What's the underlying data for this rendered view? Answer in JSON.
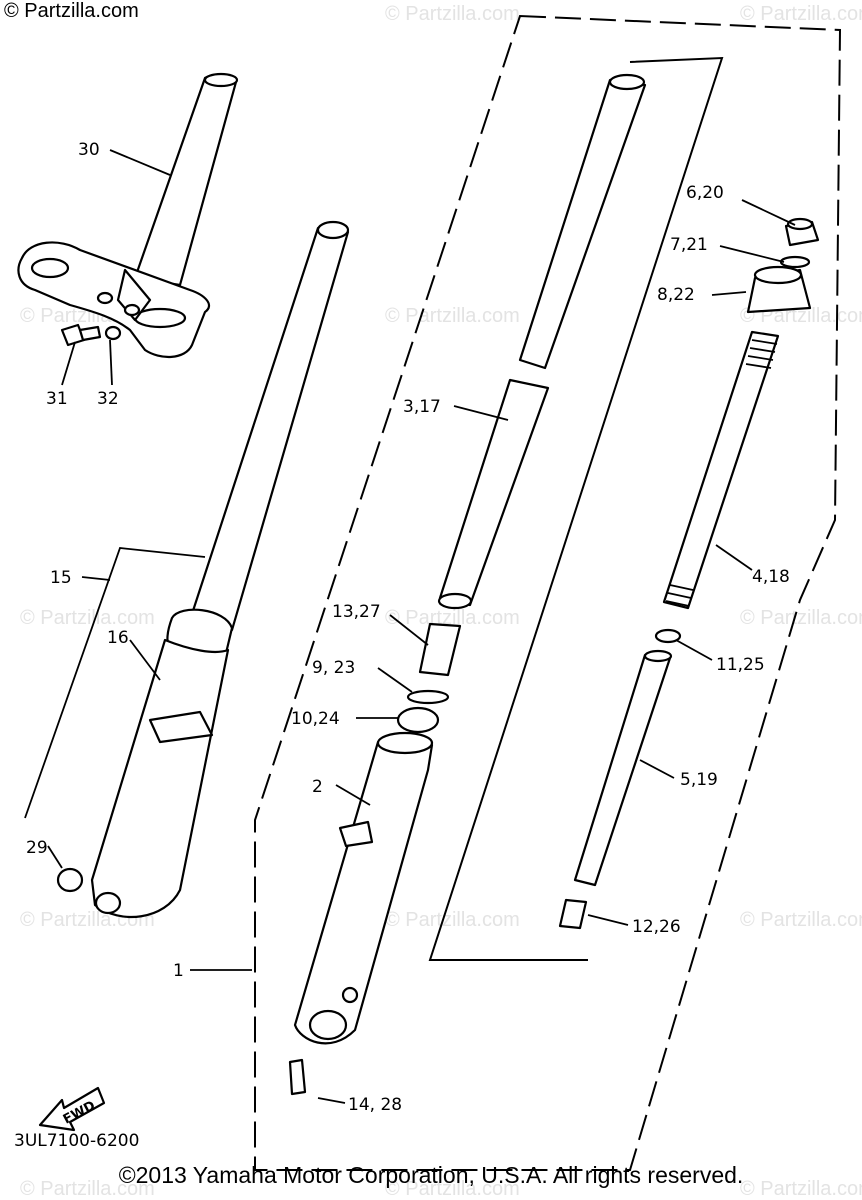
{
  "header": {
    "text": "© Partzilla.com"
  },
  "watermark": {
    "text": "© Partzilla.com"
  },
  "labels": {
    "l30": "30",
    "l31": "31",
    "l32": "32",
    "l15": "15",
    "l16": "16",
    "l29": "29",
    "l1": "1",
    "l2": "2",
    "l3_17": "3,17",
    "l13_27": "13,27",
    "l9_23": "9, 23",
    "l10_24": "10,24",
    "l14_28": "14, 28",
    "l6_20": "6,20",
    "l7_21": "7,21",
    "l8_22": "8,22",
    "l4_18": "4,18",
    "l11_25": "11,25",
    "l5_19": "5,19",
    "l12_26": "12,26"
  },
  "fwd": {
    "text": "FWD"
  },
  "diagram_code": {
    "text": "3UL7100-6200"
  },
  "footer": {
    "text": "©2013 Yamaha Motor Corporation, U.S.A. All rights reserved."
  }
}
